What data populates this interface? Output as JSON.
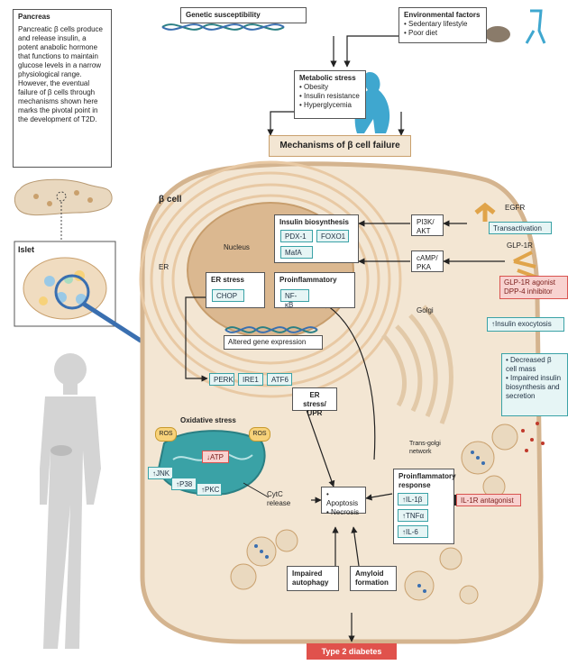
{
  "pancreas": {
    "title": "Pancreas",
    "text": "Pancreatic β cells produce and release insulin, a potent anabolic hormone that functions to maintain glucose levels in a narrow physiological range. However, the eventual failure of β cells through mechanisms shown here marks the pivotal point in the development of T2D."
  },
  "islet_label": "Islet",
  "genetic": "Genetic susceptibility",
  "environmental": {
    "title": "Environmental factors",
    "items": [
      "Sedentary lifestyle",
      "Poor diet"
    ]
  },
  "metabolic": {
    "title": "Metabolic stress",
    "items": [
      "Obesity",
      "Insulin resistance",
      "Hyperglycemia"
    ]
  },
  "mechanisms": "Mechanisms of β cell failure",
  "beta_cell": "β cell",
  "nucleus": "Nucleus",
  "er": "ER",
  "golgi": "Golgi",
  "insulin_bio": {
    "title": "Insulin biosynthesis",
    "genes": [
      "PDX-1",
      "FOXO1",
      "MafA"
    ]
  },
  "er_stress": {
    "title": "ER stress",
    "gene": "CHOP"
  },
  "proinflam_nuc": {
    "title": "Proinflammatory",
    "gene": "NF-κB"
  },
  "altered_gene": "Altered gene expression",
  "upr": {
    "items": [
      "PERK",
      "IRE1",
      "ATF6"
    ]
  },
  "er_stress_upr": "ER stress/ UPR",
  "pi3k": "PI3K/ AKT",
  "camp": "cAMP/ PKA",
  "egfr": "EGFR",
  "transactivation": "Transactivation",
  "glp1r": "GLP-1R",
  "glp1_agonist": "GLP-1R agonist DPP-4 inhibitor",
  "insulin_exocytosis": "↑Insulin exocytosis",
  "decreased": {
    "items": [
      "Decreased β cell mass",
      "Impaired insulin biosynthesis and secretion"
    ]
  },
  "trans_golgi": "Trans-golgi network",
  "oxidative": {
    "title": "Oxidative stress",
    "ros": "ROS",
    "atp": "↓ATP",
    "jnk": "↑JNK",
    "p38": "↑P38",
    "pkc": "↑PKC"
  },
  "cytc": "CytC release",
  "apoptosis": {
    "items": [
      "Apoptosis",
      "Necrosis"
    ]
  },
  "proinflam_resp": {
    "title": "Proinflammatory response",
    "items": [
      "↑IL-1β",
      "↑TNFα",
      "↑IL-6"
    ]
  },
  "il1r": "IL-1R antagonist",
  "autophagy": "Impaired autophagy",
  "amyloid": "Amyloid formation",
  "type2": "Type 2 diabetes",
  "colors": {
    "cell": "#f3e6d3",
    "cell_border": "#d4b48f",
    "teal": "#3aa2a6",
    "red": "#d9534f",
    "nucleus": "#d8b48c"
  }
}
